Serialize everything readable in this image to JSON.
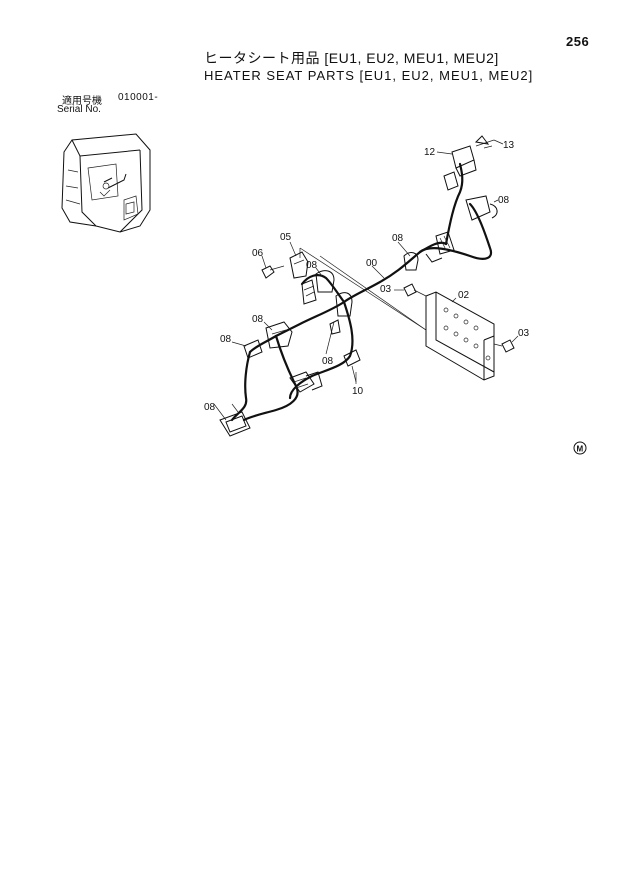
{
  "page": {
    "number": "256"
  },
  "titles": {
    "japanese": "ヒータシート用品 [EU1, EU2, MEU1, MEU2]",
    "english": "HEATER SEAT PARTS [EU1, EU2, MEU1, MEU2]"
  },
  "serial": {
    "label_jp": "適用号機",
    "code": "010001-",
    "label_en": "Serial No."
  },
  "callouts": [
    {
      "id": "12",
      "text": "12"
    },
    {
      "id": "13",
      "text": "13"
    },
    {
      "id": "08a",
      "text": "08"
    },
    {
      "id": "05",
      "text": "05"
    },
    {
      "id": "06",
      "text": "06"
    },
    {
      "id": "08b",
      "text": "08"
    },
    {
      "id": "08c",
      "text": "08"
    },
    {
      "id": "00",
      "text": "00"
    },
    {
      "id": "03a",
      "text": "03"
    },
    {
      "id": "02",
      "text": "02"
    },
    {
      "id": "08d",
      "text": "08"
    },
    {
      "id": "08e",
      "text": "08"
    },
    {
      "id": "08f",
      "text": "08"
    },
    {
      "id": "03b",
      "text": "03"
    },
    {
      "id": "10",
      "text": "10"
    },
    {
      "id": "08g",
      "text": "08"
    }
  ],
  "marks": {
    "corner": "M"
  },
  "icons": [
    "cab-thumbnail-icon",
    "wiring-harness-drawing",
    "mounting-bracket-drawing",
    "circle-m-mark-icon"
  ]
}
